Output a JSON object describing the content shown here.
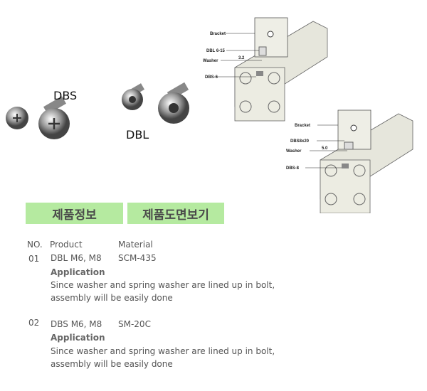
{
  "images": {
    "dbs_label": "DBS",
    "dbl_label": "DBL",
    "diagram_top": {
      "bracket": "Bracket",
      "bolt": "DBL 6-15",
      "washer": "Washer",
      "dim": "3.2",
      "nut": "DBS-6"
    },
    "diagram_bottom": {
      "bracket": "Bracket",
      "bolt": "DBS8x20",
      "washer": "Washer",
      "dim": "5.0",
      "nut": "DBS-8"
    }
  },
  "tabs": [
    {
      "label": "제품정보"
    },
    {
      "label": "제품도면보기"
    }
  ],
  "colors": {
    "tab_bg": "#b5eaa0"
  },
  "table": {
    "headers": {
      "no": "NO.",
      "product": "Product",
      "material": "Material"
    },
    "rows": [
      {
        "no": "01",
        "product": "DBL M6, M8",
        "material": "SCM-435",
        "app_title": "Application",
        "app_line1": "Since washer and spring washer are lined up in bolt,",
        "app_line2": "assembly will be easily done"
      },
      {
        "no": "02",
        "product": "DBS M6, M8",
        "material": "SM-20C",
        "app_title": "Application",
        "app_line1": "Since washer and spring washer are lined up in bolt,",
        "app_line2": "assembly will be easily done"
      }
    ]
  }
}
